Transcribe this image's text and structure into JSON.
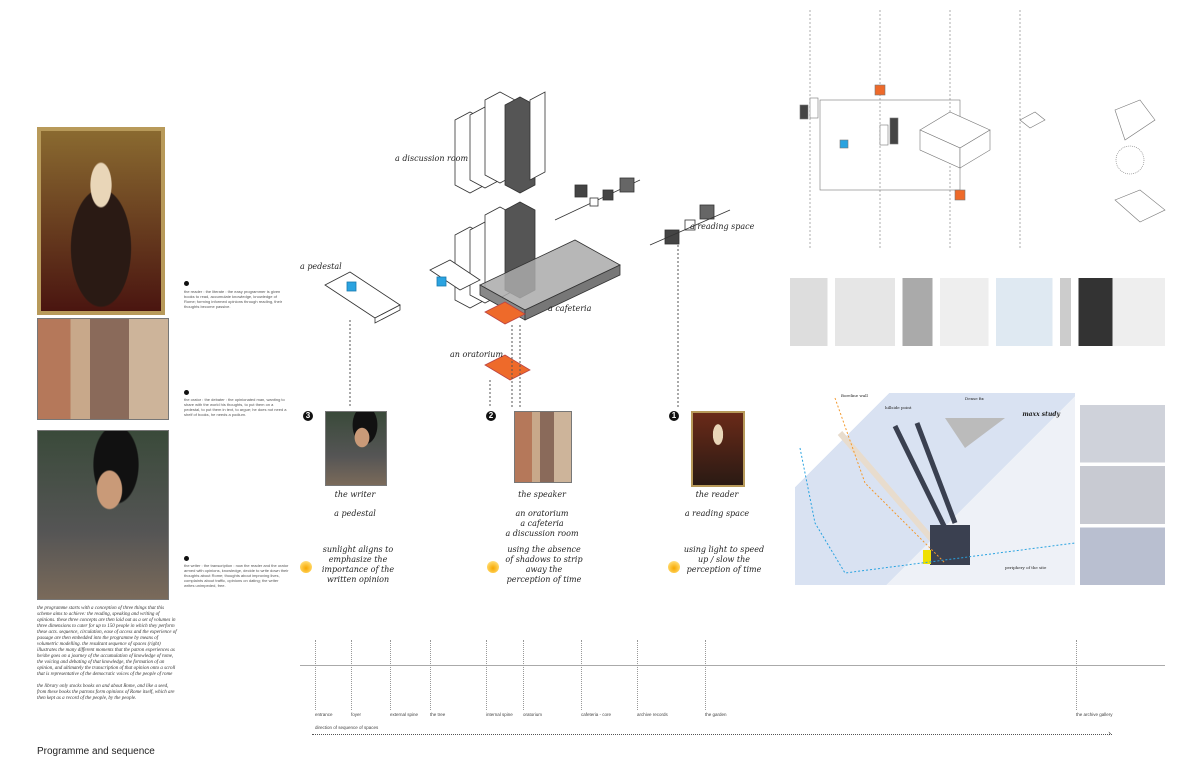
{
  "title": "Programme and sequence",
  "notes": [
    {
      "num": "1",
      "text": "the reader : the literate : the easy programmer is given books to read, accumulate knowledge, knowledge of Rome; forming informed opinions through reading, their thoughts become passive."
    },
    {
      "num": "2",
      "text": "the orator : the debater : the opinionated man, wanting to share with the world his thoughts, to put them on a pedestal, to put them in text, to argue; he does not need a shelf of books, he needs a podium."
    },
    {
      "num": "3",
      "text": "the writer : the transcription : now the reader and the orator armed with opinions, knowledge, decide to write down their thoughts about Rome; thoughts about improving lives, complaints about traffic, opinions on dating; the writer writes unimpeded, free."
    }
  ],
  "paragraphs": [
    "the programme starts with a conception of three things that this scheme aims to achieve: the reading, speaking and writing of opinions. these three concepts are then laid out as a set of volumes in three dimensions to cater for up to 150 people in which they perform these acts. sequence, circulation, ease of access and the experience of passage are then embedded into the programme by means of volumetric modelling. the resultant sequence of spaces (right) illustrates the many different moments that the patron experiences as he/she goes on a journey of the accumulation of knowledge of rome, the voicing and debating of that knowledge, the formation of an opinion, and ultimately the transcription of that opinion onto a scroll that is representative of the democratic voices of the people of rome",
    "the library only stocks books on and about Rome, and like a seed, from these books the patrons form opinions of Rome itself, which are then kept as a record of the people, by the people."
  ],
  "diagram_labels": {
    "discussion": "a discussion room",
    "pedestal": "a pedestal",
    "cafeteria": "a cafeteria",
    "oratorium": "an oratorium",
    "reading": "a reading space"
  },
  "stages": [
    {
      "num": "3",
      "role": "the writer",
      "spaces": "a pedestal",
      "light": "sunlight aligns to emphasize the importance of the written opinion"
    },
    {
      "num": "2",
      "role": "the speaker",
      "spaces": "an oratorium\na cafeteria\na discussion room",
      "light": "using the absence of shadows to strip away the perception of time"
    },
    {
      "num": "1",
      "role": "the reader",
      "spaces": "a reading space",
      "light": "using light to speed up / slow the perception of time"
    }
  ],
  "maxx": {
    "title": "maxx study",
    "l1": "Boreline wall",
    "l2": "hillside point",
    "l3": "Dense fix",
    "l4": "periphery of the site"
  },
  "sequence": [
    "entrance",
    "foyer",
    "external spine",
    "the tree",
    "internal spine",
    "oratorium",
    "cafeteria - core",
    "archive records",
    "the garden",
    "the archive gallery"
  ],
  "direction": "direction of sequence of spaces",
  "colors": {
    "accent_blue": "#2aa3e0",
    "accent_orange": "#ee6a2a",
    "sun": "#f6a700"
  }
}
